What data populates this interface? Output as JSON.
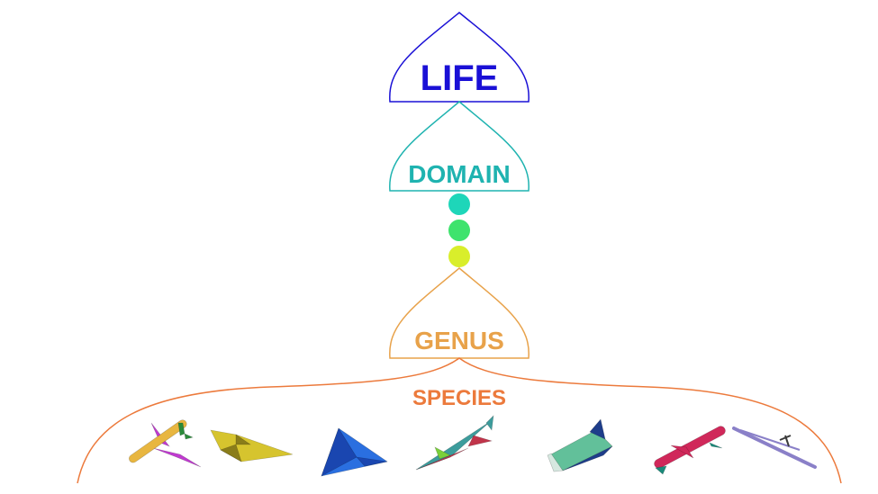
{
  "levels": {
    "life": {
      "label": "LIFE",
      "color": "#1a10d6"
    },
    "domain": {
      "label": "DOMAIN",
      "color": "#1fb3b0"
    },
    "genus": {
      "label": "GENUS",
      "color": "#e8a24a"
    },
    "species": {
      "label": "SPECIES",
      "color": "#ec7a3c"
    }
  },
  "dot_colors": [
    "#1ed6b9",
    "#3ee36d",
    "#d9ee2b"
  ],
  "aircraft": [
    {
      "name": "airliner-icon",
      "colors": [
        "#e8b640",
        "#c03ad0",
        "#2a8a3a"
      ]
    },
    {
      "name": "stealth-fighter-icon",
      "colors": [
        "#d6c42e",
        "#8a7d1a"
      ]
    },
    {
      "name": "delta-wing-icon",
      "colors": [
        "#2a6fe0",
        "#1a46b0"
      ]
    },
    {
      "name": "supersonic-jet-icon",
      "colors": [
        "#3c9c9c",
        "#c0344a",
        "#7ad03a"
      ]
    },
    {
      "name": "space-shuttle-icon",
      "colors": [
        "#62c09a",
        "#1e3d8a",
        "#d6e8e0"
      ]
    },
    {
      "name": "sleek-jet-icon",
      "colors": [
        "#d0285a",
        "#1a8a7a"
      ]
    },
    {
      "name": "glider-icon",
      "colors": [
        "#8a80c8",
        "#3a3a3a"
      ]
    }
  ]
}
